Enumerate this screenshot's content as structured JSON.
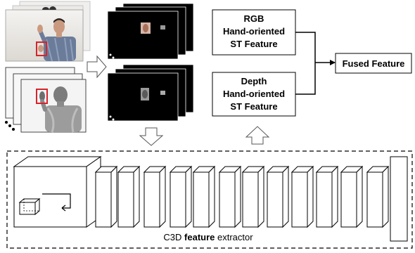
{
  "rgb_box": {
    "line1": "RGB",
    "line2": "Hand-oriented",
    "line3": "ST  Feature"
  },
  "depth_box": {
    "line1": "Depth",
    "line2": "Hand-oriented",
    "line3": "ST Feature"
  },
  "fused_box": {
    "label": "Fused Feature"
  },
  "extractor": {
    "label_prefix": "C3D ",
    "label_bold": "feature",
    "label_suffix": " extractor"
  },
  "colors": {
    "hand_box": "#d8232a",
    "frame_bg": "#000000",
    "wall": "#e8e6e2",
    "depth_bg": "#f4f4f4"
  },
  "icons": [
    "rgb-frame-stack",
    "depth-frame-stack",
    "rgb-hand-mask-stack",
    "depth-hand-mask-stack",
    "hollow-arrow-right",
    "hollow-arrow-down",
    "hollow-arrow-up",
    "conv3d-block-icon"
  ]
}
